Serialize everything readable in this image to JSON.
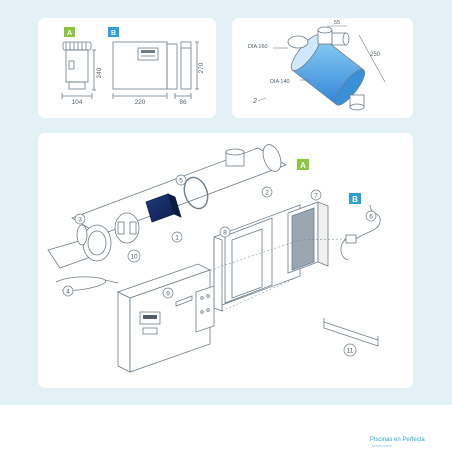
{
  "panel_a": {
    "badge_a": "A",
    "badge_b": "B",
    "dim_104": "104",
    "dim_220": "220",
    "dim_86": "86",
    "dim_240": "240",
    "dim_270": "270"
  },
  "panel_b": {
    "dim_55": "55",
    "dim_250": "250",
    "dia_160": "DIA 160",
    "dia_140": "DIA 140",
    "callout_2": "2"
  },
  "exploded": {
    "badge_a": "A",
    "badge_b": "B",
    "callouts": [
      "1",
      "2",
      "3",
      "4",
      "5",
      "6",
      "7",
      "8",
      "9",
      "10",
      "11"
    ]
  },
  "watermark": {
    "brand": "Piscinas en Perfecta",
    "sub": "tienda online"
  },
  "colors": {
    "accent_green": "#8cc63f",
    "accent_blue": "#2e9fd6",
    "line": "#6d7d8a",
    "cylinder_blue": "#4aa5e6"
  }
}
